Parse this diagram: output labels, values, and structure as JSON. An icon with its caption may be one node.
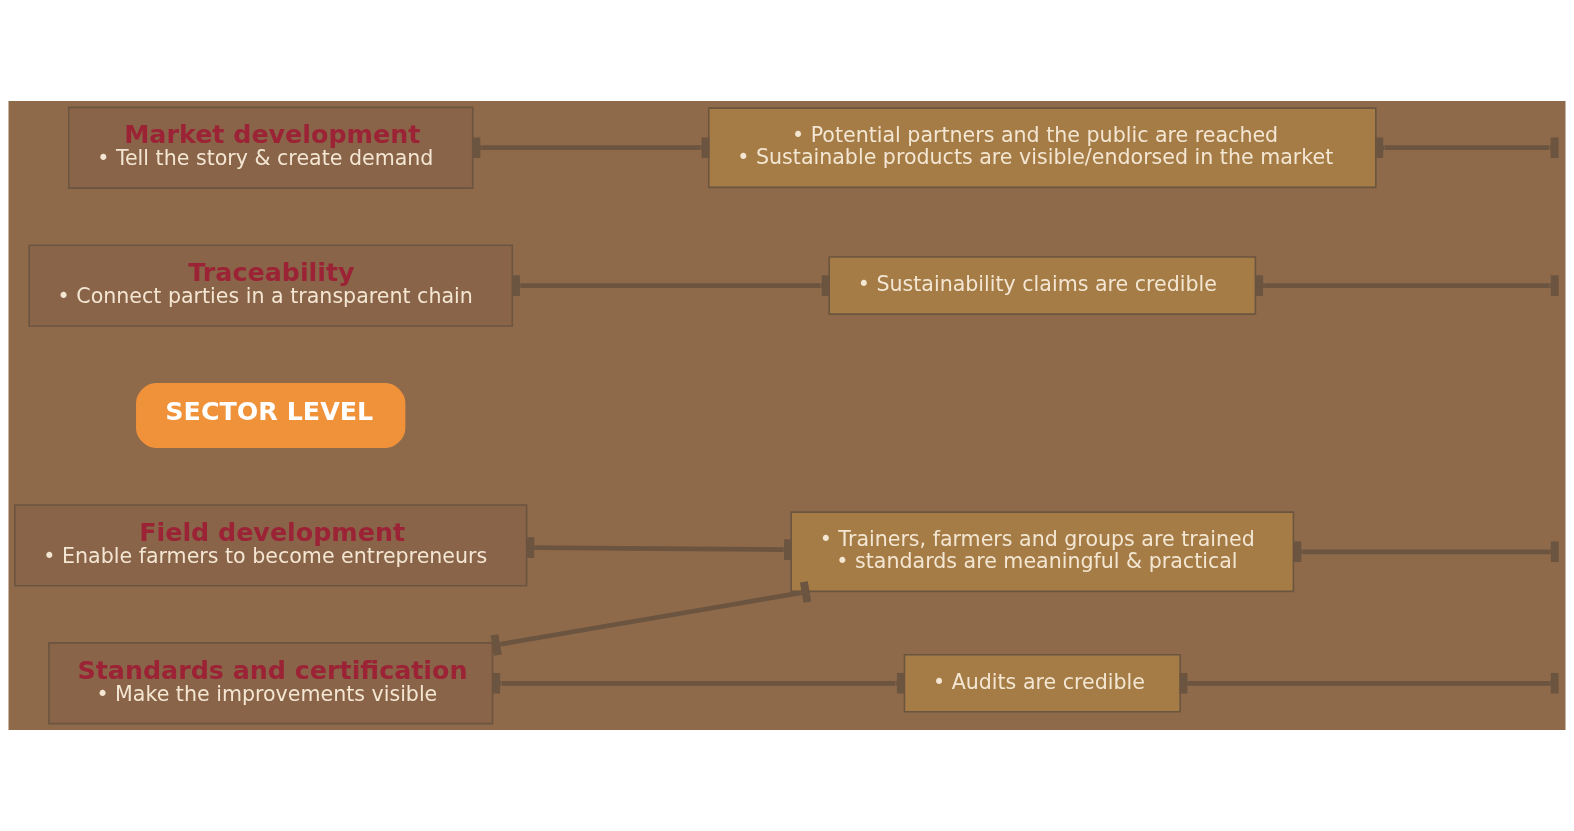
{
  "diagram": {
    "nodes": [
      {
        "text": [
          "Field development",
          "• Enable farmers to become entrepreneurs"
        ]
      },
      {
        "text": [
          "Standards and certification",
          "• Make the improvements visible"
        ]
      },
      {
        "text": [
          "Traceability",
          "• Connect parties in a transparent chain"
        ]
      },
      {
        "text": [
          "Market development",
          "• Tell the story & create demand"
        ]
      },
      {
        "text": [
          "• Trainers, farmers and groups are trained",
          "• standards are meaningful & practical"
        ]
      },
      {
        "text": [
          "• Audits are credible"
        ]
      },
      {
        "text": [
          "• Sustainability claims are credible"
        ]
      },
      {
        "text": [
          "• Potential partners and the public are reached",
          "• Sustainable products are visible/endorsed in the market"
        ]
      }
    ],
    "edges": [
      {
        "from": 0,
        "to": 4,
        "arrow": "other"
      },
      {
        "from": 1,
        "to": 4,
        "arrow": "other"
      },
      {
        "from": 1,
        "to": 5,
        "arrow": "other"
      },
      {
        "from": 2,
        "to": 6,
        "arrow": "other"
      },
      {
        "from": 3,
        "to": 7,
        "arrow": "other"
      },
      {
        "from": 4,
        "to": null,
        "arrow": "other"
      },
      {
        "from": 5,
        "to": null,
        "arrow": "other"
      },
      {
        "from": 6,
        "to": null,
        "arrow": "other"
      },
      {
        "from": 7,
        "to": null,
        "arrow": "other"
      }
    ],
    "labels": [
      "SECTOR LEVEL"
    ]
  }
}
